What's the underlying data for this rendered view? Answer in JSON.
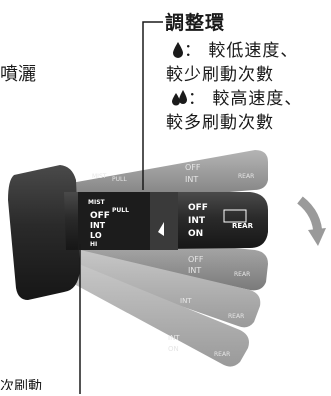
{
  "callout": {
    "title": "調整環",
    "low_symbol_text": "： 較低速度、",
    "low_desc": "較少刷動次數",
    "high_symbol_text": "： 較高速度、",
    "high_desc": "較多刷動次數"
  },
  "fragments": {
    "left_text": "噴灑",
    "bottom_text": "次刷動"
  },
  "lever_labels": {
    "mist": "MIST",
    "pull": "PULL",
    "off": "OFF",
    "int": "INT",
    "lo": "LO",
    "hi": "HI",
    "on": "ON",
    "rear": "REAR"
  },
  "colors": {
    "stalk_dark": "#2b2b2b",
    "stalk_faded": "#8a8a8a",
    "accent": "#1a1a1a"
  }
}
